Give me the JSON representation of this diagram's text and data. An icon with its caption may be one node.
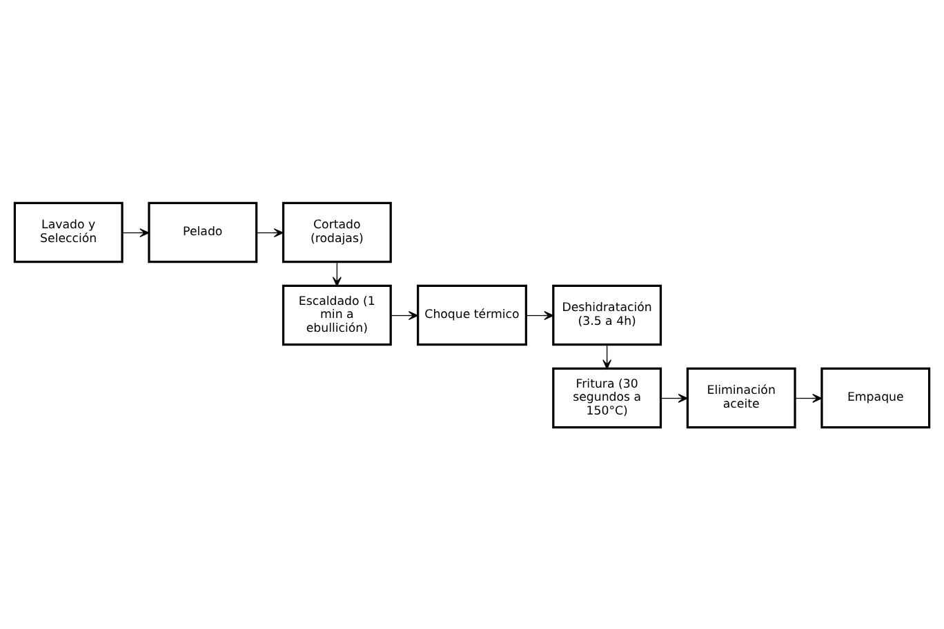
{
  "diagram": {
    "nodes": [
      {
        "text": [
          "Lavado y Selección"
        ]
      },
      {
        "text": [
          "Pelado"
        ]
      },
      {
        "text": [
          "Cortado (rodajas)"
        ]
      },
      {
        "text": [
          "Escaldado (1 min a ebullición)"
        ]
      },
      {
        "text": [
          "Choque térmico"
        ]
      },
      {
        "text": [
          "Deshidratación (3.5 a 4h)"
        ]
      },
      {
        "text": [
          "Fritura (30 segundos a 150°C)"
        ]
      },
      {
        "text": [
          "Eliminación aceite"
        ]
      },
      {
        "text": [
          "Empaque"
        ]
      }
    ],
    "edges": [
      {
        "from": 0,
        "to": 1,
        "arrow": "to"
      },
      {
        "from": 1,
        "to": 2,
        "arrow": "to"
      },
      {
        "from": 2,
        "to": 3,
        "arrow": "to"
      },
      {
        "from": 3,
        "to": 4,
        "arrow": "to"
      },
      {
        "from": 4,
        "to": 5,
        "arrow": "to"
      },
      {
        "from": 5,
        "to": 6,
        "arrow": "to"
      },
      {
        "from": 6,
        "to": 7,
        "arrow": "to"
      },
      {
        "from": 7,
        "to": 8,
        "arrow": "to"
      }
    ]
  }
}
